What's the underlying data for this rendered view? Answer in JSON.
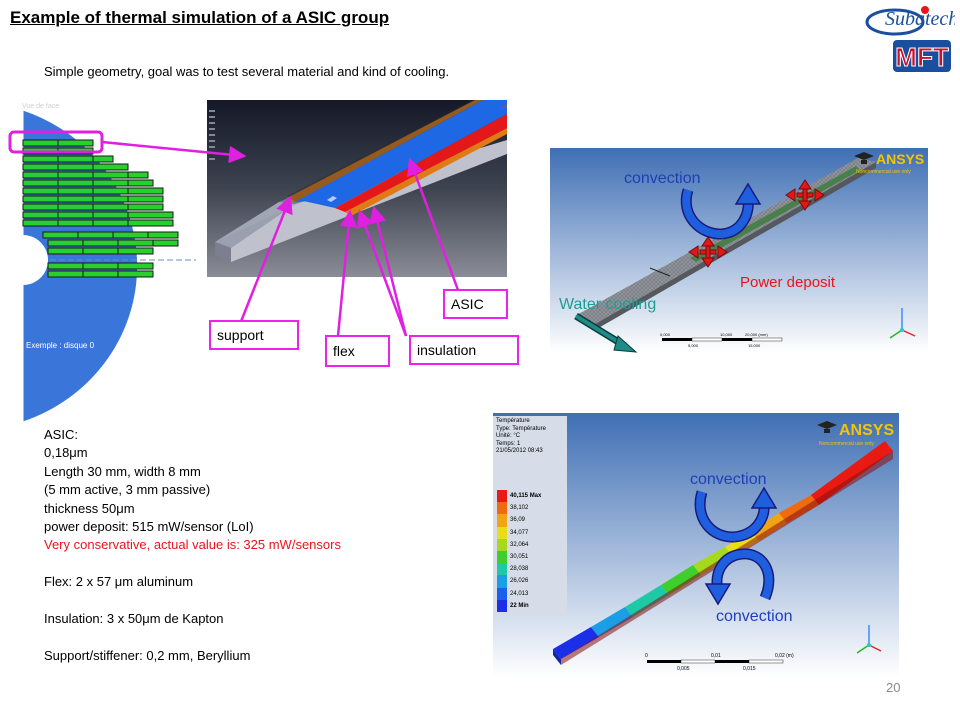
{
  "title": "Example of thermal simulation of a ASIC group",
  "subtitle": "Simple geometry, goal was to test several material and kind of cooling.",
  "logo": {
    "brand": "Subatech",
    "badge": "MFT",
    "badge_color": "#c8102e"
  },
  "disk_panel": {
    "caption": "Exemple : disque 0",
    "header": "Vue de face"
  },
  "labels": {
    "support": "support",
    "flex": "flex",
    "insulation": "insulation",
    "asic": "ASIC"
  },
  "sim_top": {
    "logo": "ANSYS",
    "logo_sub": "Noncommercial use only",
    "convection": "convection",
    "power": "Power deposit",
    "water": "Water cooling",
    "scale_ticks": [
      "0,000",
      "10,000",
      "20,000 (mm)",
      "5,000",
      "15,000"
    ]
  },
  "sim_bottom": {
    "logo": "ANSYS",
    "logo_sub": "Noncommercial use only",
    "info": [
      "Température",
      "Type: Température",
      "Unité: °C",
      "Temps: 1",
      "21/05/2012 08:43"
    ],
    "legend": [
      "40,115 Max",
      "38,102",
      "36,09",
      "34,077",
      "32,064",
      "30,051",
      "28,038",
      "26,026",
      "24,013",
      "22 Min"
    ],
    "legend_colors": [
      "#e81a12",
      "#f06a10",
      "#f3a413",
      "#e9dd1a",
      "#a6d91c",
      "#3fcf2c",
      "#1fc9a7",
      "#1a9ee6",
      "#1a60ec",
      "#1b2ee8"
    ],
    "convection_top": "convection",
    "convection_bottom": "convection",
    "scale_ticks": [
      "0",
      "0,01",
      "0,02 (m)",
      "0,005",
      "0,015"
    ]
  },
  "specs": [
    {
      "text": "ASIC:",
      "color": "black"
    },
    {
      "text": "0,18μm",
      "color": "black"
    },
    {
      "text": "Length 30 mm, width 8 mm",
      "color": "black"
    },
    {
      "text": "(5 mm active, 3 mm passive)",
      "color": "black"
    },
    {
      "text": "thickness 50μm",
      "color": "black"
    },
    {
      "text": "power deposit: 515 mW/sensor (LoI)",
      "color": "black"
    },
    {
      "text": "Very conservative, actual value is: 325 mW/sensors",
      "color": "red"
    },
    {
      "text": "",
      "color": "black"
    },
    {
      "text": "Flex: 2 x 57 μm aluminum",
      "color": "black"
    },
    {
      "text": "",
      "color": "black"
    },
    {
      "text": "Insulation: 3 x 50μm de Kapton",
      "color": "black"
    },
    {
      "text": "",
      "color": "black"
    },
    {
      "text": "Support/stiffener: 0,2 mm, Beryllium",
      "color": "black"
    }
  ],
  "page_number": "20"
}
